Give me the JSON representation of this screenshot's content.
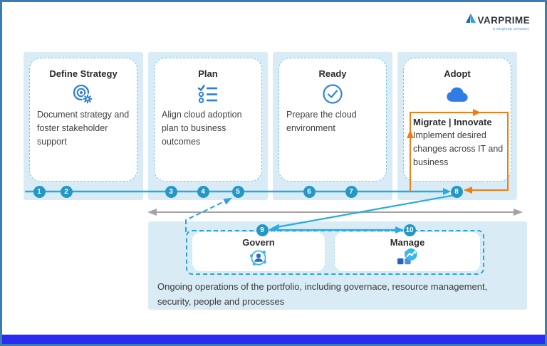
{
  "logo": {
    "brand": "VARPRIME",
    "tagline": "a vargroup company"
  },
  "stages": [
    {
      "title": "Define Strategy",
      "icon": "strategy-target-gear-icon",
      "description": "Document strategy and foster stakeholder support"
    },
    {
      "title": "Plan",
      "icon": "checklist-icon",
      "description": "Align cloud adoption plan to business outcomes"
    },
    {
      "title": "Ready",
      "icon": "check-circle-icon",
      "description": "Prepare the cloud environment"
    },
    {
      "title": "Adopt",
      "icon": "cloud-icon",
      "description": ""
    }
  ],
  "adopt_cycle": {
    "heading": "Migrate | Innovate",
    "description": "Implement desired changes across IT and business"
  },
  "badges": [
    "1",
    "2",
    "3",
    "4",
    "5",
    "6",
    "7",
    "8",
    "9",
    "10"
  ],
  "operations": {
    "groups": [
      {
        "title": "Govern",
        "icon": "govern-community-icon"
      },
      {
        "title": "Manage",
        "icon": "manage-chart-icon"
      }
    ],
    "description": "Ongoing operations of the portfolio, including governace, resource management, security, people and processes"
  },
  "colors": {
    "accent_blue": "#29abe2",
    "badge_blue": "#2697c5",
    "orange": "#ef7d17",
    "panel_blue": "#d9ecf6",
    "card_border_blue": "#6fc8ef",
    "footer_bar_blue": "#2b2bf2",
    "frame_border_blue": "#3c7cb5",
    "gray_arrow": "#a3a3a3"
  }
}
